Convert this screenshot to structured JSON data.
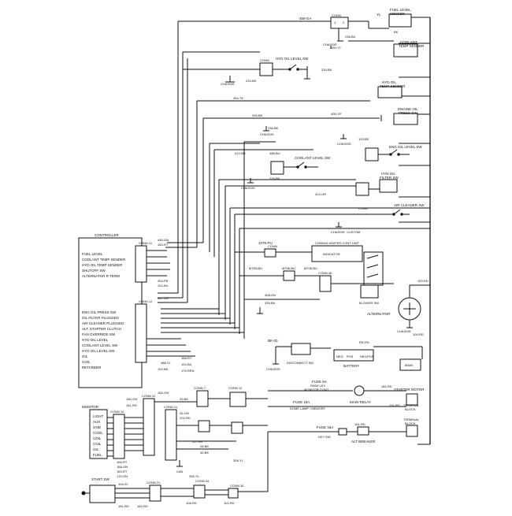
{
  "top": {
    "wire_458_ga": "458-GA",
    "conn_label": "CONN",
    "conn_pins": [
      "1",
      "2"
    ],
    "yl": "YL",
    "fuel_level_sender": [
      "FUEL LEVEL",
      "SENDER"
    ],
    "bk": "BK",
    "wire_236_bk": "236-BK",
    "chassis": "CHASSIS",
    "wire_490_yt": "490-YT",
    "coolant_temp_sender": [
      "COOLANT",
      "TEMP SENDER"
    ]
  },
  "hyd_level": {
    "conn": "CONN",
    "label": "HYD OIL LEVEL SW",
    "wire_215": "215-BK",
    "chassis": "CHASSIS",
    "wire_230": "230-BK"
  },
  "mid_right": {
    "hyd_oil_temp": [
      "HYD OIL",
      "TEMP SENDER"
    ],
    "wire_494": "494-TK",
    "wire_335": "335-BK",
    "chassis": "CHASSIS",
    "wire_405": "405-YP",
    "conn": "CONN",
    "eng_oil_press": [
      "ENGINE OIL",
      "PRESS SW"
    ],
    "wire_236": "236-BK",
    "wire_120": "120-BK",
    "chassis2": "CHASSIS",
    "eng_oil_level": "ENG OIL LEVEL SW",
    "wire_412": "412-BU",
    "wire_488": "488-BU",
    "coolant_level": "COOLANT LEVEL SW",
    "wire_226": "226-BK",
    "chassis3": "CHASSIS",
    "hyd_oil_filter": [
      "HYD OIL",
      "FILTER SW"
    ],
    "wire_413": "413-OR",
    "air_cleaner": "AIR CLEANER SW",
    "conn2": "CONN",
    "chassis4": "CHASSIS",
    "custom": "CUSTOM"
  },
  "controller": {
    "title": "CONTROLLER",
    "conn_top": "CONN 11",
    "conn_bottom": "CONN 12",
    "inputs_top": [
      "FUEL LEVEL",
      "COOLANT TEMP SENDER",
      "HYD OIL TEMP SENDER",
      "SHUTOFF SW",
      "ALTERNATOR R TERM"
    ],
    "inputs_bottom": [
      "ENG OIL PRESS SW",
      "OIL FILTER PLUGGED",
      "AIR CLEANER PLUGGED",
      "ALT. STARTER CLUTCH",
      "FAN OVERRIDE SW",
      "HYD OIL LEVEL",
      "COOLANT LEVEL SW",
      "HYD OIL LEVEL SW",
      "OIL",
      "COIL",
      "RETARDER"
    ],
    "wires_top": [
      "490-GN",
      "160-RT",
      "494-PR",
      "102-BU"
    ],
    "wires_bottom": [
      "487-OR",
      "488-YL",
      "192-BK",
      "168-RT",
      "124-BK",
      "170-SRN"
    ]
  },
  "heater": {
    "wire_1075": "1075-PU",
    "conn": "CONN",
    "heater_unit": "CONN19 HEATER CONT UNIT",
    "indicator": "INDICATOR",
    "wire_m755": "M755-BU",
    "wire_m756": "M756-BU",
    "conn_m": "M706-BU",
    "conn45": "CONN 45",
    "wire_408": "408-GN",
    "wire_335b": "335-BK",
    "blower_sw": "BLOWER SW",
    "wire_100_rd": "100-RD",
    "alternator": "ALTERNATOR",
    "chassis": "CHASSIS"
  },
  "battery_area": {
    "wire_bk_00": "BK-00",
    "disconnect_sw": "DISCONNECT SW",
    "chassis": "CHASSIS",
    "battery": "BATTERY",
    "neg": "NEG",
    "pos": "POS",
    "wire_rd": "RD-RD",
    "wire_100rd": "100-RD",
    "main": "MAIN",
    "starter_motor": "STARTER MOTOR",
    "fuse_5a": "FUSE 5A",
    "fuse_5a_sub": "FASH LEV",
    "monitor_cont": "MONITOR CONT",
    "main_relay": "MAIN RELAY",
    "wire_181": "181-RD",
    "wire_191": "191-RD",
    "terminal_block": [
      "TERMINAL",
      "BLOCK"
    ],
    "fuse_10a": "FUSE 10A",
    "fuse_10a_sub": "DOME LAMP / MEMORY",
    "fuse_15a": "FUSE 15A",
    "fuse_15a_sub": "KEY SW",
    "alt_breaker": "ALT BREAKER",
    "wire_161": "161-RD",
    "terminal_block2": [
      "TERMINAL",
      "BLOCK"
    ]
  },
  "monitor": {
    "title": "MONITOR",
    "conn": "CONN 10",
    "labels": [
      "LIGHT",
      "AUX",
      "GND",
      "COOL",
      "COIL",
      "COIL",
      "OIL",
      "FUEL"
    ],
    "conn_b": "CONN 12",
    "conn_c": "CONN 11",
    "conn_d": "CONN 7",
    "conn_e": "CONN 12",
    "wire_gn": "25- GN",
    "can": "CAN",
    "wire_308": "308-YL",
    "wires": [
      "160-GN",
      "161-RD",
      "165-GN",
      "29-BK",
      "26-GN",
      "202-RD",
      "28-BK",
      "30-BK",
      "166-RT",
      "168-GN",
      "169-RT",
      "170-GN"
    ]
  },
  "start_sw": {
    "title": "START SW",
    "conn": "CONN 21",
    "conn2": "CONN 44",
    "conn3": "CONN 34",
    "wires": [
      "306-YL",
      "104-SI",
      "108-RD",
      "113-RD",
      "181-RD",
      "182-RD"
    ]
  },
  "colors": {
    "ink": "#111111",
    "paper": "#ffffff"
  }
}
